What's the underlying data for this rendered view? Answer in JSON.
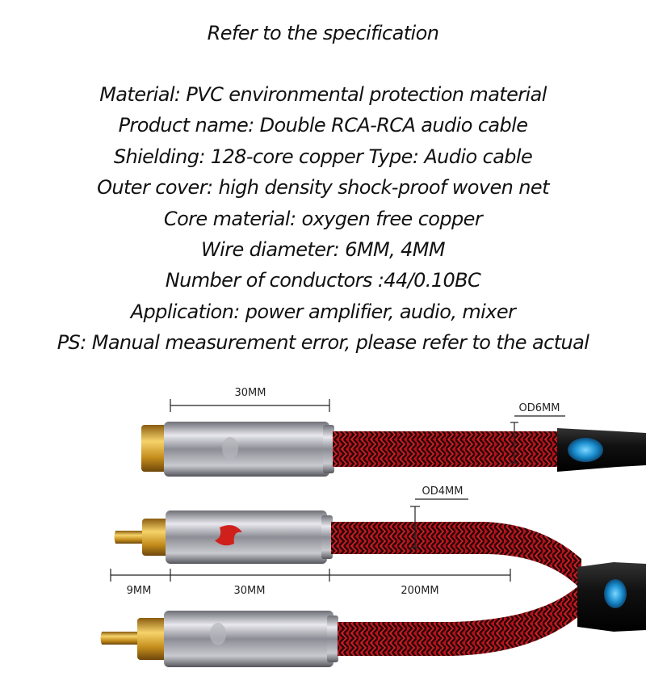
{
  "spec": {
    "title": "Refer to the specification",
    "lines": [
      "Material: PVC environmental protection material",
      "Product name: Double RCA-RCA audio cable",
      "Shielding: 128-core copper Type: Audio cable",
      "Outer cover: high density shock-proof woven net",
      "Core material: oxygen free copper",
      "Wire diameter: 6MM, 4MM",
      "Number of conductors :44/0.10BC",
      "Application: power amplifier, audio, mixer",
      "PS: Manual measurement error, please refer to the actual"
    ]
  },
  "dimensions": {
    "top_connector_length": "30MM",
    "outer_diameter_main": "OD6MM",
    "outer_diameter_branch": "OD4MM",
    "pin_length": "9MM",
    "plug_length": "30MM",
    "branch_length": "200MM"
  },
  "colors": {
    "braid_red": "#c0121a",
    "braid_dark": "#2a0a0a",
    "metal": "#9a9aa2",
    "gold": "#d9a628",
    "splitter_blue": "#1b8fd0"
  }
}
